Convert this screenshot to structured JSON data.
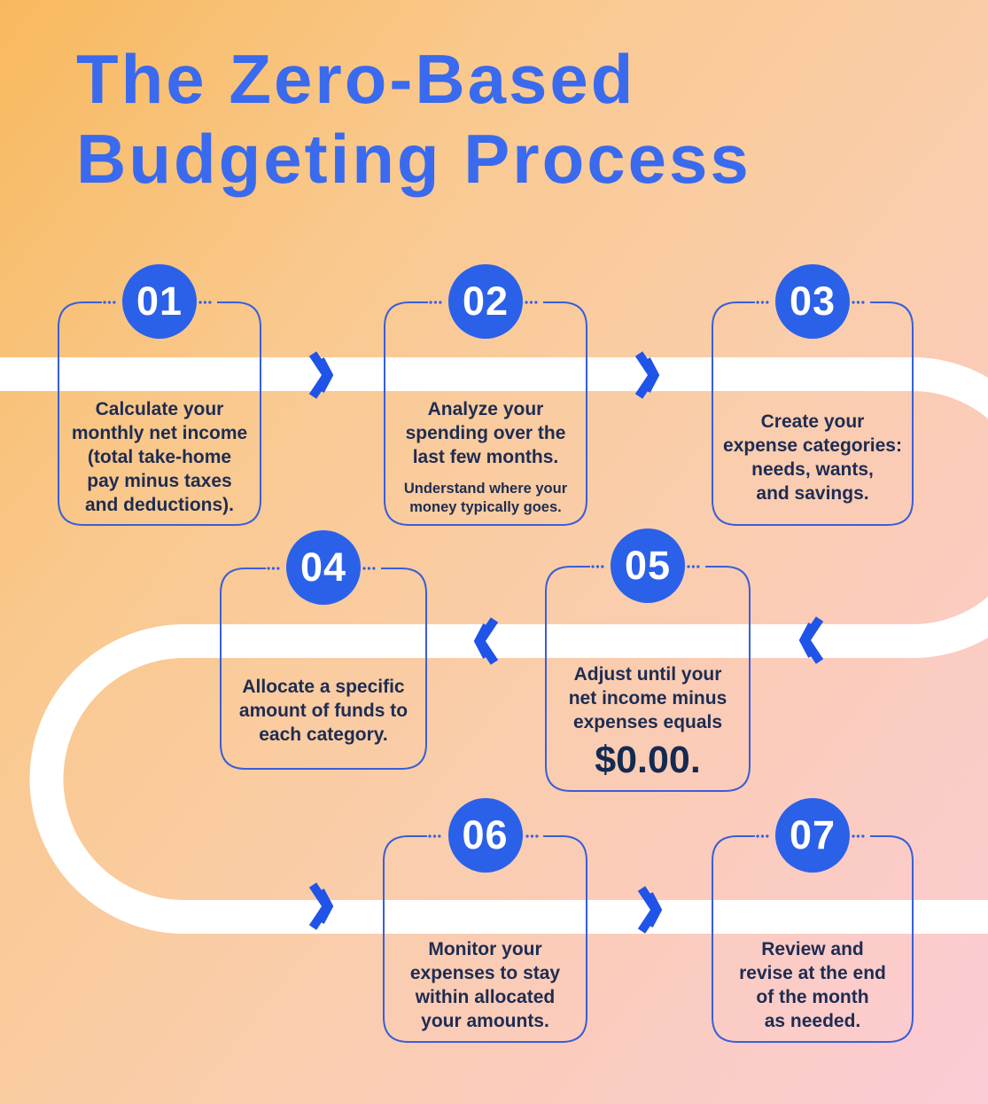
{
  "title": {
    "line1": "The Zero-Based",
    "line2": "Budgeting Process",
    "full": "The Zero-Based\nBudgeting Process"
  },
  "steps": [
    {
      "number": "01",
      "text": "Calculate your\nmonthly net income\n(total take-home\npay minus taxes\nand deductions)."
    },
    {
      "number": "02",
      "text": "Analyze your\nspending over the\nlast few months.",
      "subtext": "Understand where your\nmoney typically goes."
    },
    {
      "number": "03",
      "text": "Create your\nexpense categories:\nneeds, wants,\nand savings."
    },
    {
      "number": "04",
      "text": "Allocate a specific\namount  of funds to\neach category."
    },
    {
      "number": "05",
      "text": "Adjust until your\nnet income minus\nexpenses equals",
      "highlight": "$0.00."
    },
    {
      "number": "06",
      "text": "Monitor your\nexpenses to stay\nwithin allocated\nyour amounts."
    },
    {
      "number": "07",
      "text": "Review and\nrevise at the end\nof the month\nas needed."
    }
  ],
  "icons": {
    "chevron_forward": "chevron-right",
    "chevron_back": "chevron-left"
  },
  "colors": {
    "title_blue": "#3a6aee",
    "badge_blue": "#2b61e8",
    "border_blue": "#3a5ed8",
    "chevron_blue": "#2053e8",
    "text_navy": "#1e2c52",
    "highlight_navy": "#142a52",
    "road_white": "#ffffff",
    "bg_gradient_start": "#f8b95e",
    "bg_gradient_end": "#fccbd6"
  }
}
